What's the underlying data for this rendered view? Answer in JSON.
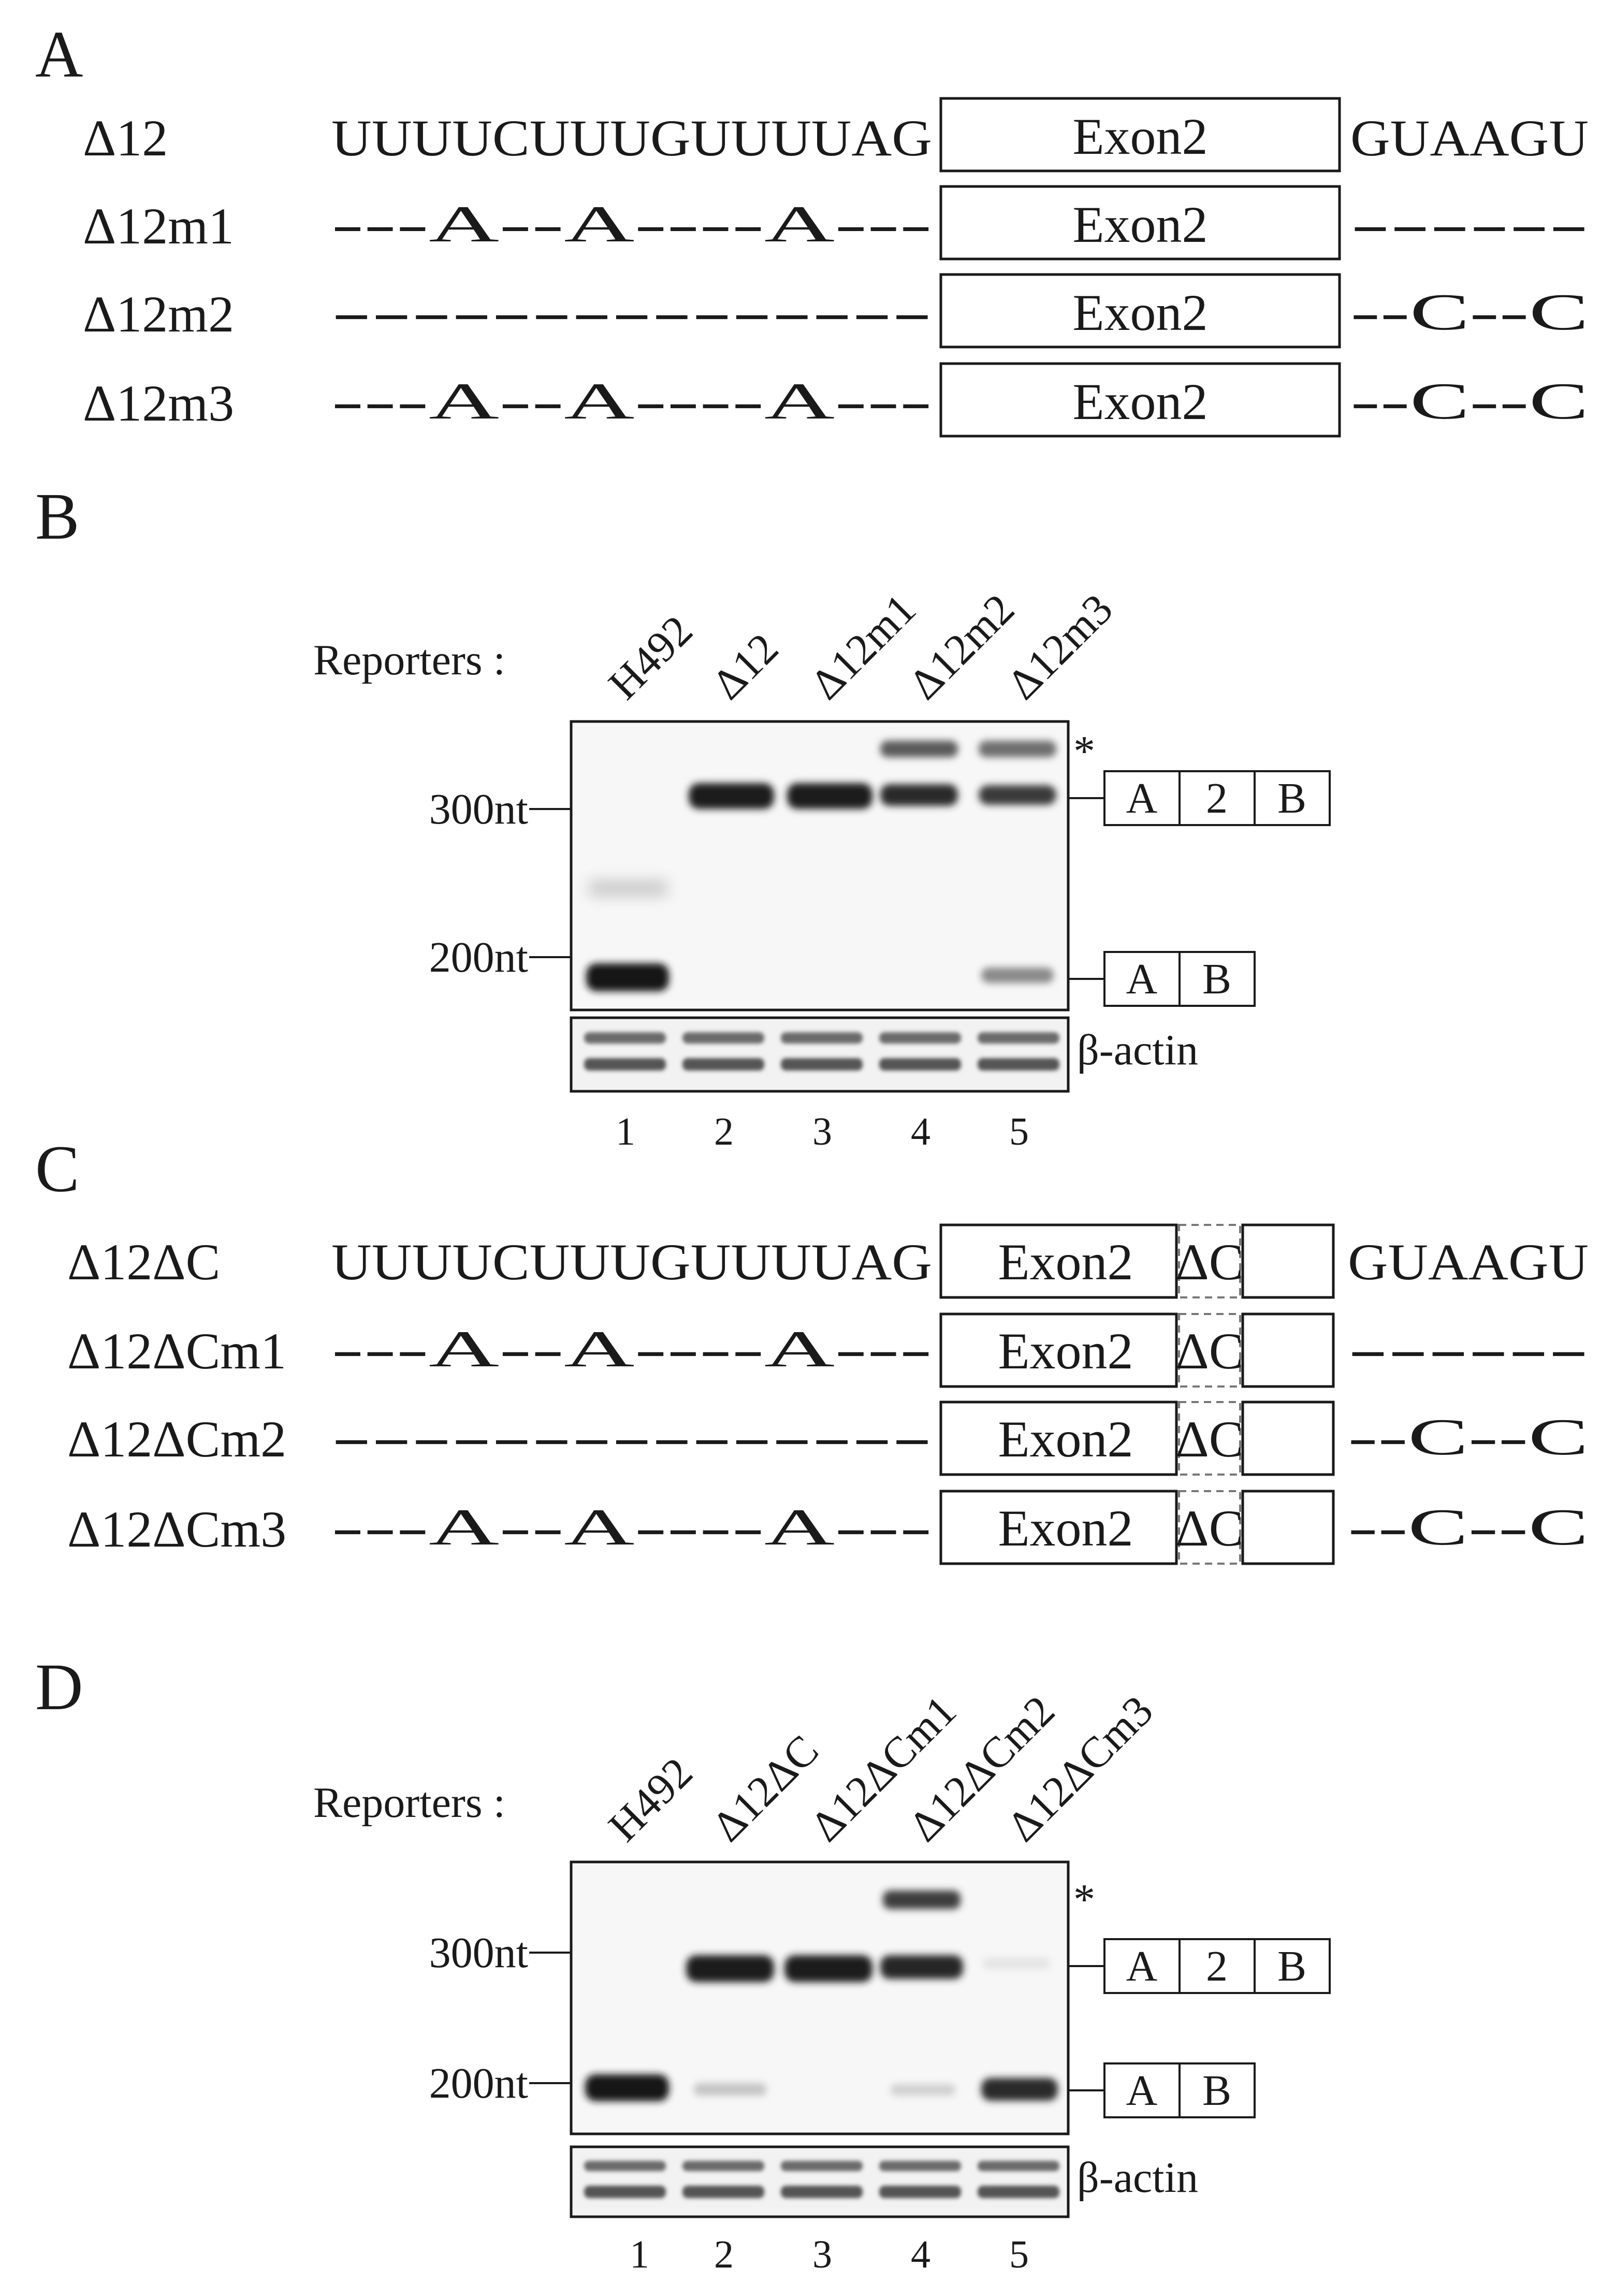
{
  "panels": {
    "A": {
      "letter": "A",
      "exon_label": "Exon2",
      "upstream_seq": "UUUUCUUUGUUUUAG",
      "downstream_seq": "GUAAGU",
      "rows": [
        {
          "name": "Δ12",
          "up": "UUUUCUUUGUUUUAG",
          "down": "GUAAGU"
        },
        {
          "name": "Δ12m1",
          "up": "---A--A----A---",
          "down": "------"
        },
        {
          "name": "Δ12m2",
          "up": "---------------",
          "down": "--C--C"
        },
        {
          "name": "Δ12m3",
          "up": "---A--A----A---",
          "down": "--C--C"
        }
      ]
    },
    "B": {
      "letter": "B",
      "reporters_label": "Reporters :",
      "lanes": [
        "H492",
        "Δ12",
        "Δ12m1",
        "Δ12m2",
        "Δ12m3"
      ],
      "lane_numbers": [
        "1",
        "2",
        "3",
        "4",
        "5"
      ],
      "markers": [
        "300nt",
        "200nt"
      ],
      "actin_label": "β-actin",
      "asterisk": "*",
      "product_long": [
        "A",
        "2",
        "B"
      ],
      "product_short": [
        "A",
        "B"
      ]
    },
    "C": {
      "letter": "C",
      "exon_label": "Exon2",
      "deletion_label": "ΔC",
      "rows": [
        {
          "name": "Δ12ΔC",
          "up": "UUUUCUUUGUUUUAG",
          "down": "GUAAGU"
        },
        {
          "name": "Δ12ΔCm1",
          "up": "---A--A----A---",
          "down": "------"
        },
        {
          "name": "Δ12ΔCm2",
          "up": "---------------",
          "down": "--C--C"
        },
        {
          "name": "Δ12ΔCm3",
          "up": "---A--A----A---",
          "down": "--C--C"
        }
      ]
    },
    "D": {
      "letter": "D",
      "reporters_label": "Reporters :",
      "lanes": [
        "H492",
        "Δ12ΔC",
        "Δ12ΔCm1",
        "Δ12ΔCm2",
        "Δ12ΔCm3"
      ],
      "lane_numbers": [
        "1",
        "2",
        "3",
        "4",
        "5"
      ],
      "markers": [
        "300nt",
        "200nt"
      ],
      "actin_label": "β-actin",
      "asterisk": "*",
      "product_long": [
        "A",
        "2",
        "B"
      ],
      "product_short": [
        "A",
        "B"
      ]
    }
  }
}
